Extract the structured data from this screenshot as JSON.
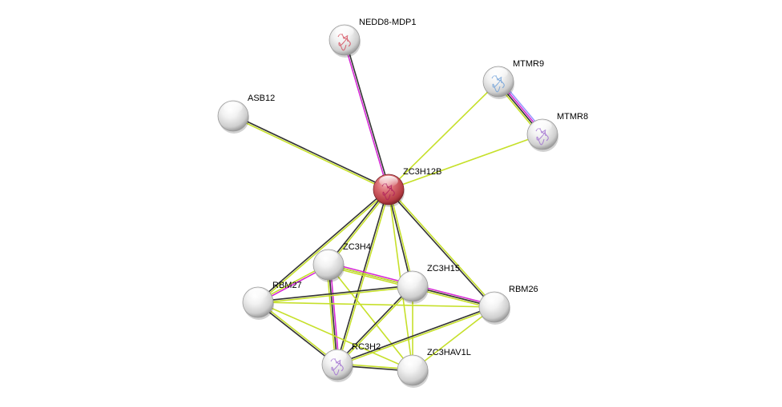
{
  "diagram": {
    "type": "protein-interaction-network",
    "query_node": "ZC3H12B",
    "colors": {
      "background": "#ffffff",
      "query_node": "#c9474e",
      "neighbor_node": "#d8d8d8",
      "label": "#000000",
      "evidence": {
        "textmining": "#c6e02a",
        "coexpression": "#333333",
        "experiments": "#d62ad6",
        "databases": "#5ac8f0",
        "homology": "#9a9aff"
      }
    },
    "nodes": [
      {
        "id": "NEDD8-MDP1",
        "label": "NEDD8-MDP1",
        "has_structure": true,
        "structure_color": "#d44a5a",
        "query": false
      },
      {
        "id": "ASB12",
        "label": "ASB12",
        "has_structure": false,
        "query": false
      },
      {
        "id": "MTMR9",
        "label": "MTMR9",
        "has_structure": true,
        "structure_color": "#6fa0d8",
        "query": false
      },
      {
        "id": "MTMR8",
        "label": "MTMR8",
        "has_structure": true,
        "structure_color": "#a070d0",
        "query": false
      },
      {
        "id": "ZC3H12B",
        "label": "ZC3H12B",
        "has_structure": true,
        "structure_color": "#b0205a",
        "query": true
      },
      {
        "id": "ZC3H4",
        "label": "ZC3H4",
        "has_structure": false,
        "query": false
      },
      {
        "id": "ZC3H15",
        "label": "ZC3H15",
        "has_structure": false,
        "query": false
      },
      {
        "id": "RBM27",
        "label": "RBM27",
        "has_structure": false,
        "query": false
      },
      {
        "id": "RBM26",
        "label": "RBM26",
        "has_structure": false,
        "query": false
      },
      {
        "id": "RC3H2",
        "label": "RC3H2",
        "has_structure": true,
        "structure_color": "#a070d0",
        "query": false
      },
      {
        "id": "ZC3HAV1L",
        "label": "ZC3HAV1L",
        "has_structure": false,
        "query": false
      }
    ],
    "edges": [
      {
        "source": "ZC3H12B",
        "target": "NEDD8-MDP1",
        "evidence": [
          "experiments",
          "coexpression"
        ]
      },
      {
        "source": "ZC3H12B",
        "target": "ASB12",
        "evidence": [
          "textmining",
          "coexpression"
        ]
      },
      {
        "source": "ZC3H12B",
        "target": "MTMR9",
        "evidence": [
          "textmining"
        ]
      },
      {
        "source": "ZC3H12B",
        "target": "MTMR8",
        "evidence": [
          "textmining"
        ]
      },
      {
        "source": "MTMR9",
        "target": "MTMR8",
        "evidence": [
          "homology",
          "experiments",
          "coexpression",
          "textmining"
        ]
      },
      {
        "source": "ZC3H12B",
        "target": "ZC3H4",
        "evidence": [
          "textmining",
          "coexpression"
        ]
      },
      {
        "source": "ZC3H12B",
        "target": "ZC3H15",
        "evidence": [
          "textmining",
          "coexpression"
        ]
      },
      {
        "source": "ZC3H12B",
        "target": "RBM27",
        "evidence": [
          "textmining",
          "coexpression"
        ]
      },
      {
        "source": "ZC3H12B",
        "target": "RBM26",
        "evidence": [
          "textmining",
          "coexpression"
        ]
      },
      {
        "source": "ZC3H12B",
        "target": "RC3H2",
        "evidence": [
          "textmining",
          "coexpression"
        ]
      },
      {
        "source": "ZC3H12B",
        "target": "ZC3HAV1L",
        "evidence": [
          "textmining"
        ]
      },
      {
        "source": "ZC3H4",
        "target": "ZC3H15",
        "evidence": [
          "experiments",
          "coexpression",
          "textmining"
        ]
      },
      {
        "source": "ZC3H4",
        "target": "RBM27",
        "evidence": [
          "experiments",
          "textmining"
        ]
      },
      {
        "source": "ZC3H4",
        "target": "RC3H2",
        "evidence": [
          "experiments",
          "coexpression",
          "textmining"
        ]
      },
      {
        "source": "ZC3H4",
        "target": "ZC3HAV1L",
        "evidence": [
          "textmining"
        ]
      },
      {
        "source": "ZC3H4",
        "target": "RBM26",
        "evidence": [
          "textmining"
        ]
      },
      {
        "source": "ZC3H15",
        "target": "RBM26",
        "evidence": [
          "experiments",
          "coexpression",
          "textmining"
        ]
      },
      {
        "source": "ZC3H15",
        "target": "RBM27",
        "evidence": [
          "textmining",
          "coexpression"
        ]
      },
      {
        "source": "ZC3H15",
        "target": "RC3H2",
        "evidence": [
          "textmining",
          "coexpression"
        ]
      },
      {
        "source": "ZC3H15",
        "target": "ZC3HAV1L",
        "evidence": [
          "textmining"
        ]
      },
      {
        "source": "RBM27",
        "target": "RC3H2",
        "evidence": [
          "textmining",
          "coexpression"
        ]
      },
      {
        "source": "RBM27",
        "target": "ZC3HAV1L",
        "evidence": [
          "textmining"
        ]
      },
      {
        "source": "RBM26",
        "target": "RC3H2",
        "evidence": [
          "textmining",
          "coexpression"
        ]
      },
      {
        "source": "RBM26",
        "target": "ZC3HAV1L",
        "evidence": [
          "textmining"
        ]
      },
      {
        "source": "RC3H2",
        "target": "ZC3HAV1L",
        "evidence": [
          "textmining",
          "coexpression"
        ]
      },
      {
        "source": "RBM27",
        "target": "RBM26",
        "evidence": [
          "textmining"
        ]
      }
    ]
  }
}
